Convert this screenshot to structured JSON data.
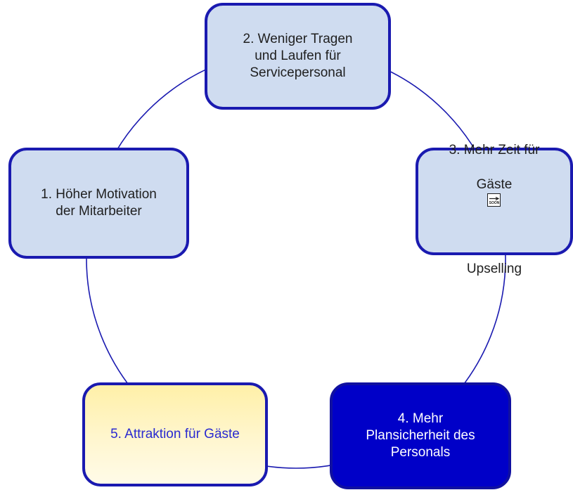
{
  "diagram": {
    "ring_color": "#1a1ab0",
    "nodes": [
      {
        "id": "1",
        "label": "1. Höher Motivation\nder Mitarbeiter",
        "style": "light"
      },
      {
        "id": "2",
        "label": "2. Weniger Tragen\nund Laufen für\nServicepersonal",
        "style": "light"
      },
      {
        "id": "3",
        "line1": "3. Mehr Zeit für",
        "line2": "Gäste",
        "line3": "Upselling",
        "icon": "soon-arrow-icon",
        "icon_text": "SOON",
        "style": "light"
      },
      {
        "id": "4",
        "label": "4. Mehr\nPlansicherheit des\nPersonals",
        "style": "dark"
      },
      {
        "id": "5",
        "label": "5. Attraktion für Gäste",
        "style": "yellow"
      }
    ],
    "colors": {
      "light_fill": "#cfdcf0",
      "dark_fill": "#0000c8",
      "yellow_fill": "#fff4bf",
      "border": "#1a1ab0"
    }
  }
}
